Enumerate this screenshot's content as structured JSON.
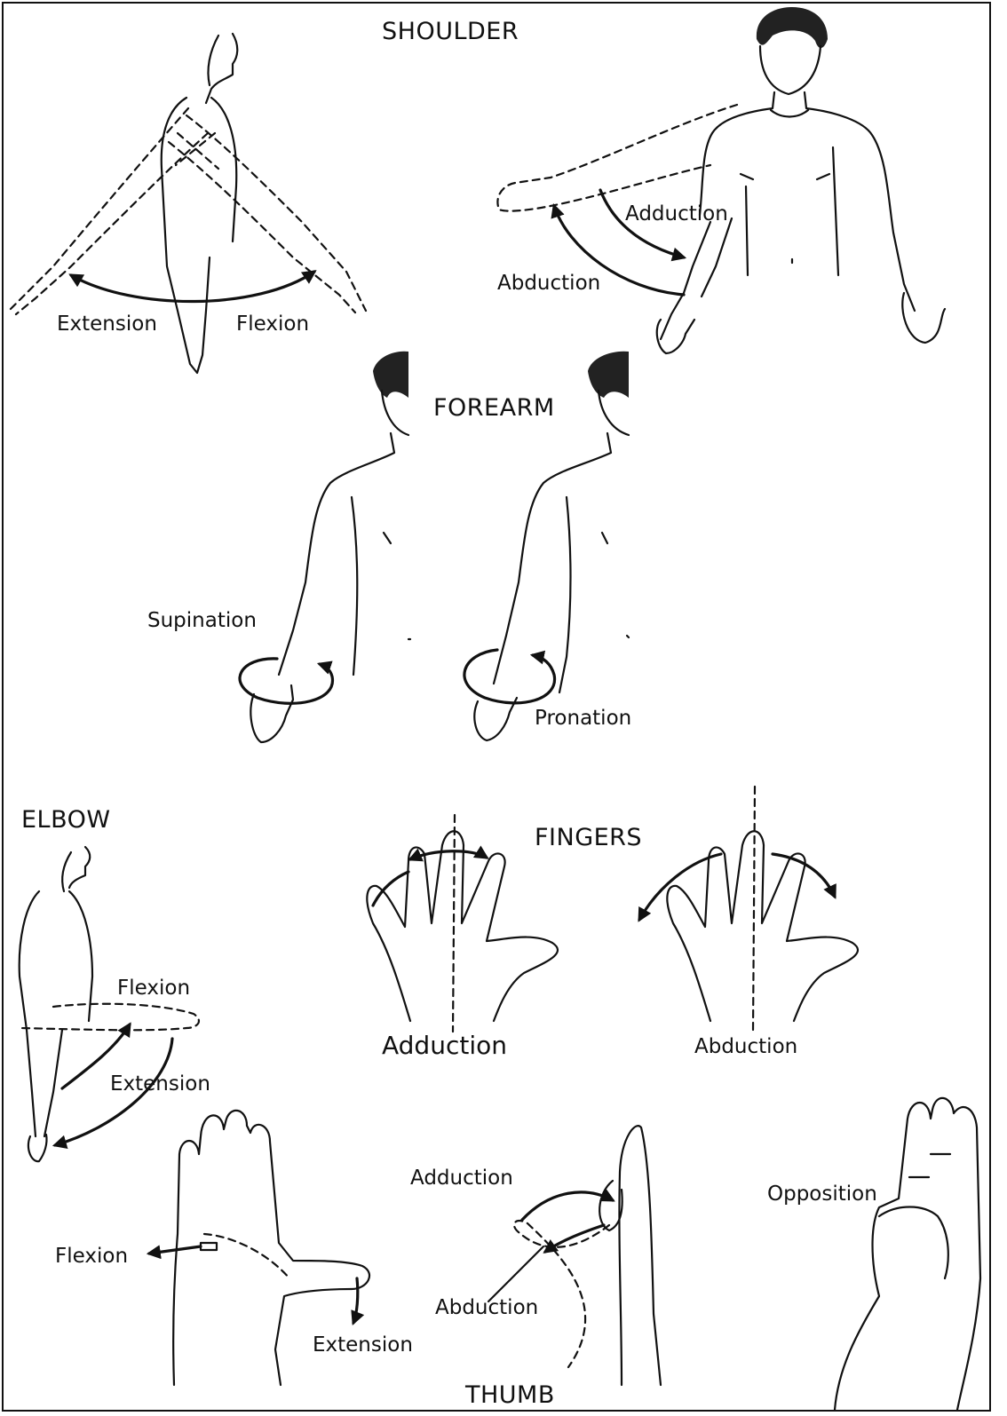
{
  "sections": {
    "shoulder": "SHOULDER",
    "forearm": "FOREARM",
    "elbow": "ELBOW",
    "fingers": "FINGERS",
    "thumb": "THUMB"
  },
  "shoulder": {
    "extension": "Extension",
    "flexion": "Flexion",
    "adduction": "Adduction",
    "abduction": "Abduction"
  },
  "forearm": {
    "supination": "Supination",
    "pronation": "Pronation"
  },
  "elbow": {
    "flexion": "Flexion",
    "extension": "Extension"
  },
  "fingers": {
    "adduction": "Adduction",
    "abduction": "Abduction"
  },
  "thumb": {
    "flexion": "Flexion",
    "extension": "Extension",
    "adduction": "Adduction",
    "abduction": "Abduction",
    "opposition": "Opposition"
  },
  "colors": {
    "ink": "#111111",
    "background": "#ffffff"
  }
}
